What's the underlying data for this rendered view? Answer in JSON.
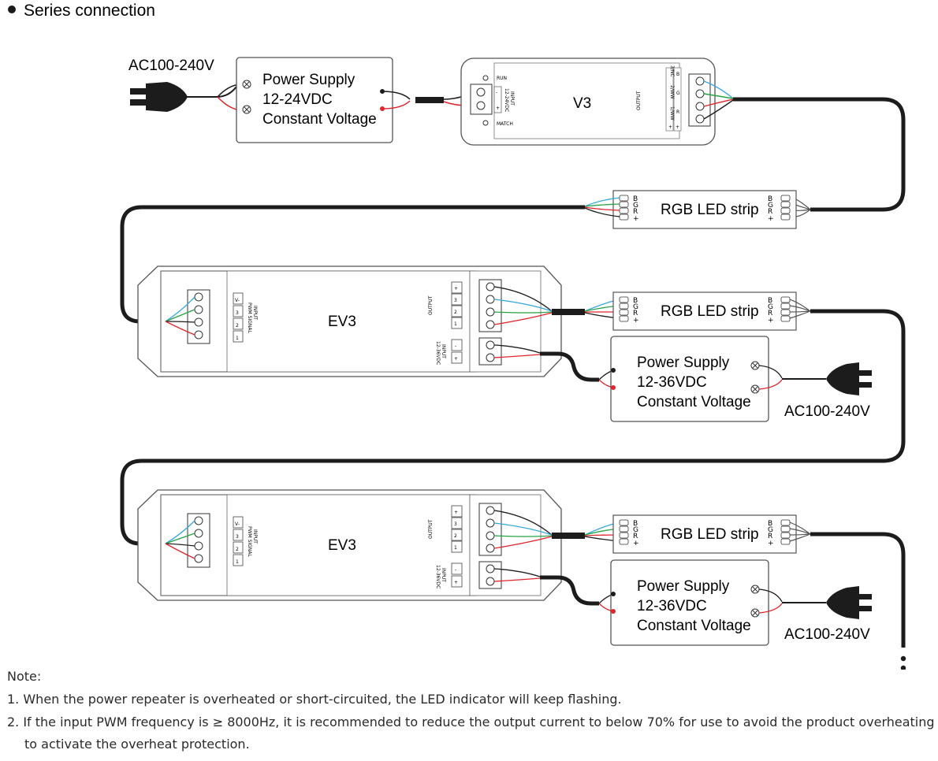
{
  "title": "Series connection",
  "ac_labels": [
    "AC100-240V",
    "AC100-240V",
    "AC100-240V"
  ],
  "psu_top": {
    "line1": "Power Supply",
    "line2": "12-24VDC",
    "line3": "Constant Voltage"
  },
  "psu_repeater": {
    "line1": "Power Supply",
    "line2": "12-36VDC",
    "line3": "Constant Voltage"
  },
  "controller": {
    "name": "V3",
    "run_label": "RUN",
    "match_label": "MATCH",
    "input_label": "INPUT",
    "input_voltage": "12-24VDC",
    "output_label": "OUTPUT",
    "channels": [
      "3/NC",
      "2/WW",
      "1/WW"
    ],
    "channel_colors": [
      "B",
      "G",
      "R"
    ],
    "plus": "+",
    "minus": "-"
  },
  "strip": {
    "label": "RGB LED strip",
    "pins": [
      "B",
      "G",
      "R",
      "+"
    ]
  },
  "repeater": {
    "name": "EV3",
    "input_label": "INPUT",
    "pwm_label": "PWM SIGNAL",
    "input_pins": [
      "V-",
      "3",
      "2",
      "1"
    ],
    "output_label": "OUTPUT",
    "output_pins": [
      "+",
      "3",
      "2",
      "1"
    ],
    "power_label": "INPUT",
    "power_voltage": "12-36VDC",
    "power_pins": [
      "-",
      "+"
    ]
  },
  "colors": {
    "wire_black": "#1c1c1c",
    "wire_red": "#e0262c",
    "wire_green": "#27a345",
    "wire_blue": "#35a7df",
    "outline": "#4a4a4a"
  },
  "notes": {
    "title": "Note:",
    "item1": "1. When the power repeater is overheated or short-circuited, the LED indicator will keep flashing.",
    "item2_line1": "2. If the input PWM frequency is ≥ 8000Hz, it is recommended to reduce the output current to below 70% for use to avoid the product overheating",
    "item2_line2": "to activate the overheat protection."
  }
}
